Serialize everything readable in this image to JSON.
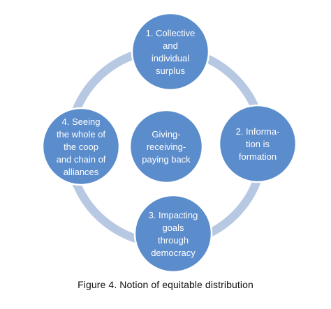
{
  "diagram": {
    "center": {
      "lines": [
        "Giving-",
        "receiving-",
        "paying back"
      ]
    },
    "nodes": [
      {
        "id": "node-1",
        "lines": [
          "1. Collective",
          "and",
          "individual",
          "surplus"
        ]
      },
      {
        "id": "node-2",
        "lines": [
          "2. Informa-",
          "tion is",
          "formation"
        ]
      },
      {
        "id": "node-3",
        "lines": [
          "3. Impacting",
          "goals",
          "through",
          "democracy"
        ]
      },
      {
        "id": "node-4",
        "lines": [
          "4. Seeing",
          "the whole of",
          "the coop",
          "and chain of",
          "alliances"
        ]
      }
    ],
    "colors": {
      "node_fill": "#5b8ccc",
      "node_stroke": "#ffffff",
      "ring": "#b7c8e2",
      "text": "#ffffff"
    }
  },
  "caption": "Figure 4. Notion of equitable distribution"
}
